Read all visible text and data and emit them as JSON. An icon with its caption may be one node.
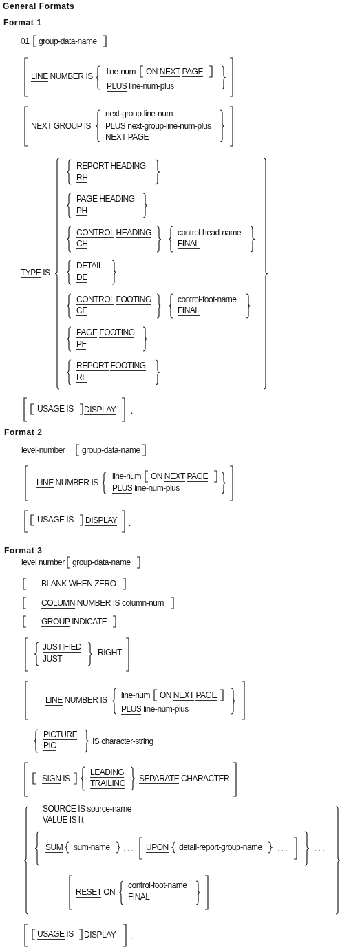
{
  "diagram": {
    "title": "General Formats",
    "labels": [
      "Format 1",
      "01",
      "group-data-name",
      "LINE NUMBER IS",
      "line-num",
      "ON NEXT PAGE",
      "PLUS line-num-plus",
      "NEXT GROUP IS",
      "next-group-line-num",
      "PLUS next-group-line-num-plus",
      "NEXT PAGE",
      "TYPE IS",
      "REPORT HEADING",
      "RH",
      "PAGE HEADING",
      "PH",
      "CONTROL HEADING",
      "CH",
      "control-head-name",
      "FINAL",
      "DETAIL",
      "DE",
      "CONTROL FOOTING",
      "CF",
      "control-foot-name",
      "FINAL",
      "PAGE FOOTING",
      "PF",
      "REPORT FOOTING",
      "RF",
      "USAGE IS",
      "DISPLAY",
      ".",
      "Format 2",
      "level-number",
      "group-data-name",
      "LINE NUMBER IS",
      "line-num",
      "ON NEXT PAGE",
      "PLUS line-num-plus",
      "USAGE IS",
      "DISPLAY",
      ".",
      "Format 3",
      "level number",
      "group-data-name",
      "BLANK WHEN ZERO",
      "COLUMN NUMBER IS column-num",
      "GROUP INDICATE",
      "JUSTIFIED",
      "JUST",
      "RIGHT",
      "LINE NUMBER IS",
      "line-num",
      "ON NEXT PAGE",
      "PLUS line-num-plus",
      "PICTURE",
      "PIC",
      "IS character-string",
      "SIGN IS",
      "LEADING",
      "TRAILING",
      "SEPARATE CHARACTER",
      "SOURCE IS source-name",
      "VALUE IS lit",
      "SUM",
      "sum-name",
      ". . .",
      "UPON",
      "detail-report-group-name",
      ". . .",
      ". . .",
      "RESET ON",
      "control-foot-name",
      "FINAL",
      "USAGE IS",
      "DISPLAY",
      "."
    ]
  }
}
